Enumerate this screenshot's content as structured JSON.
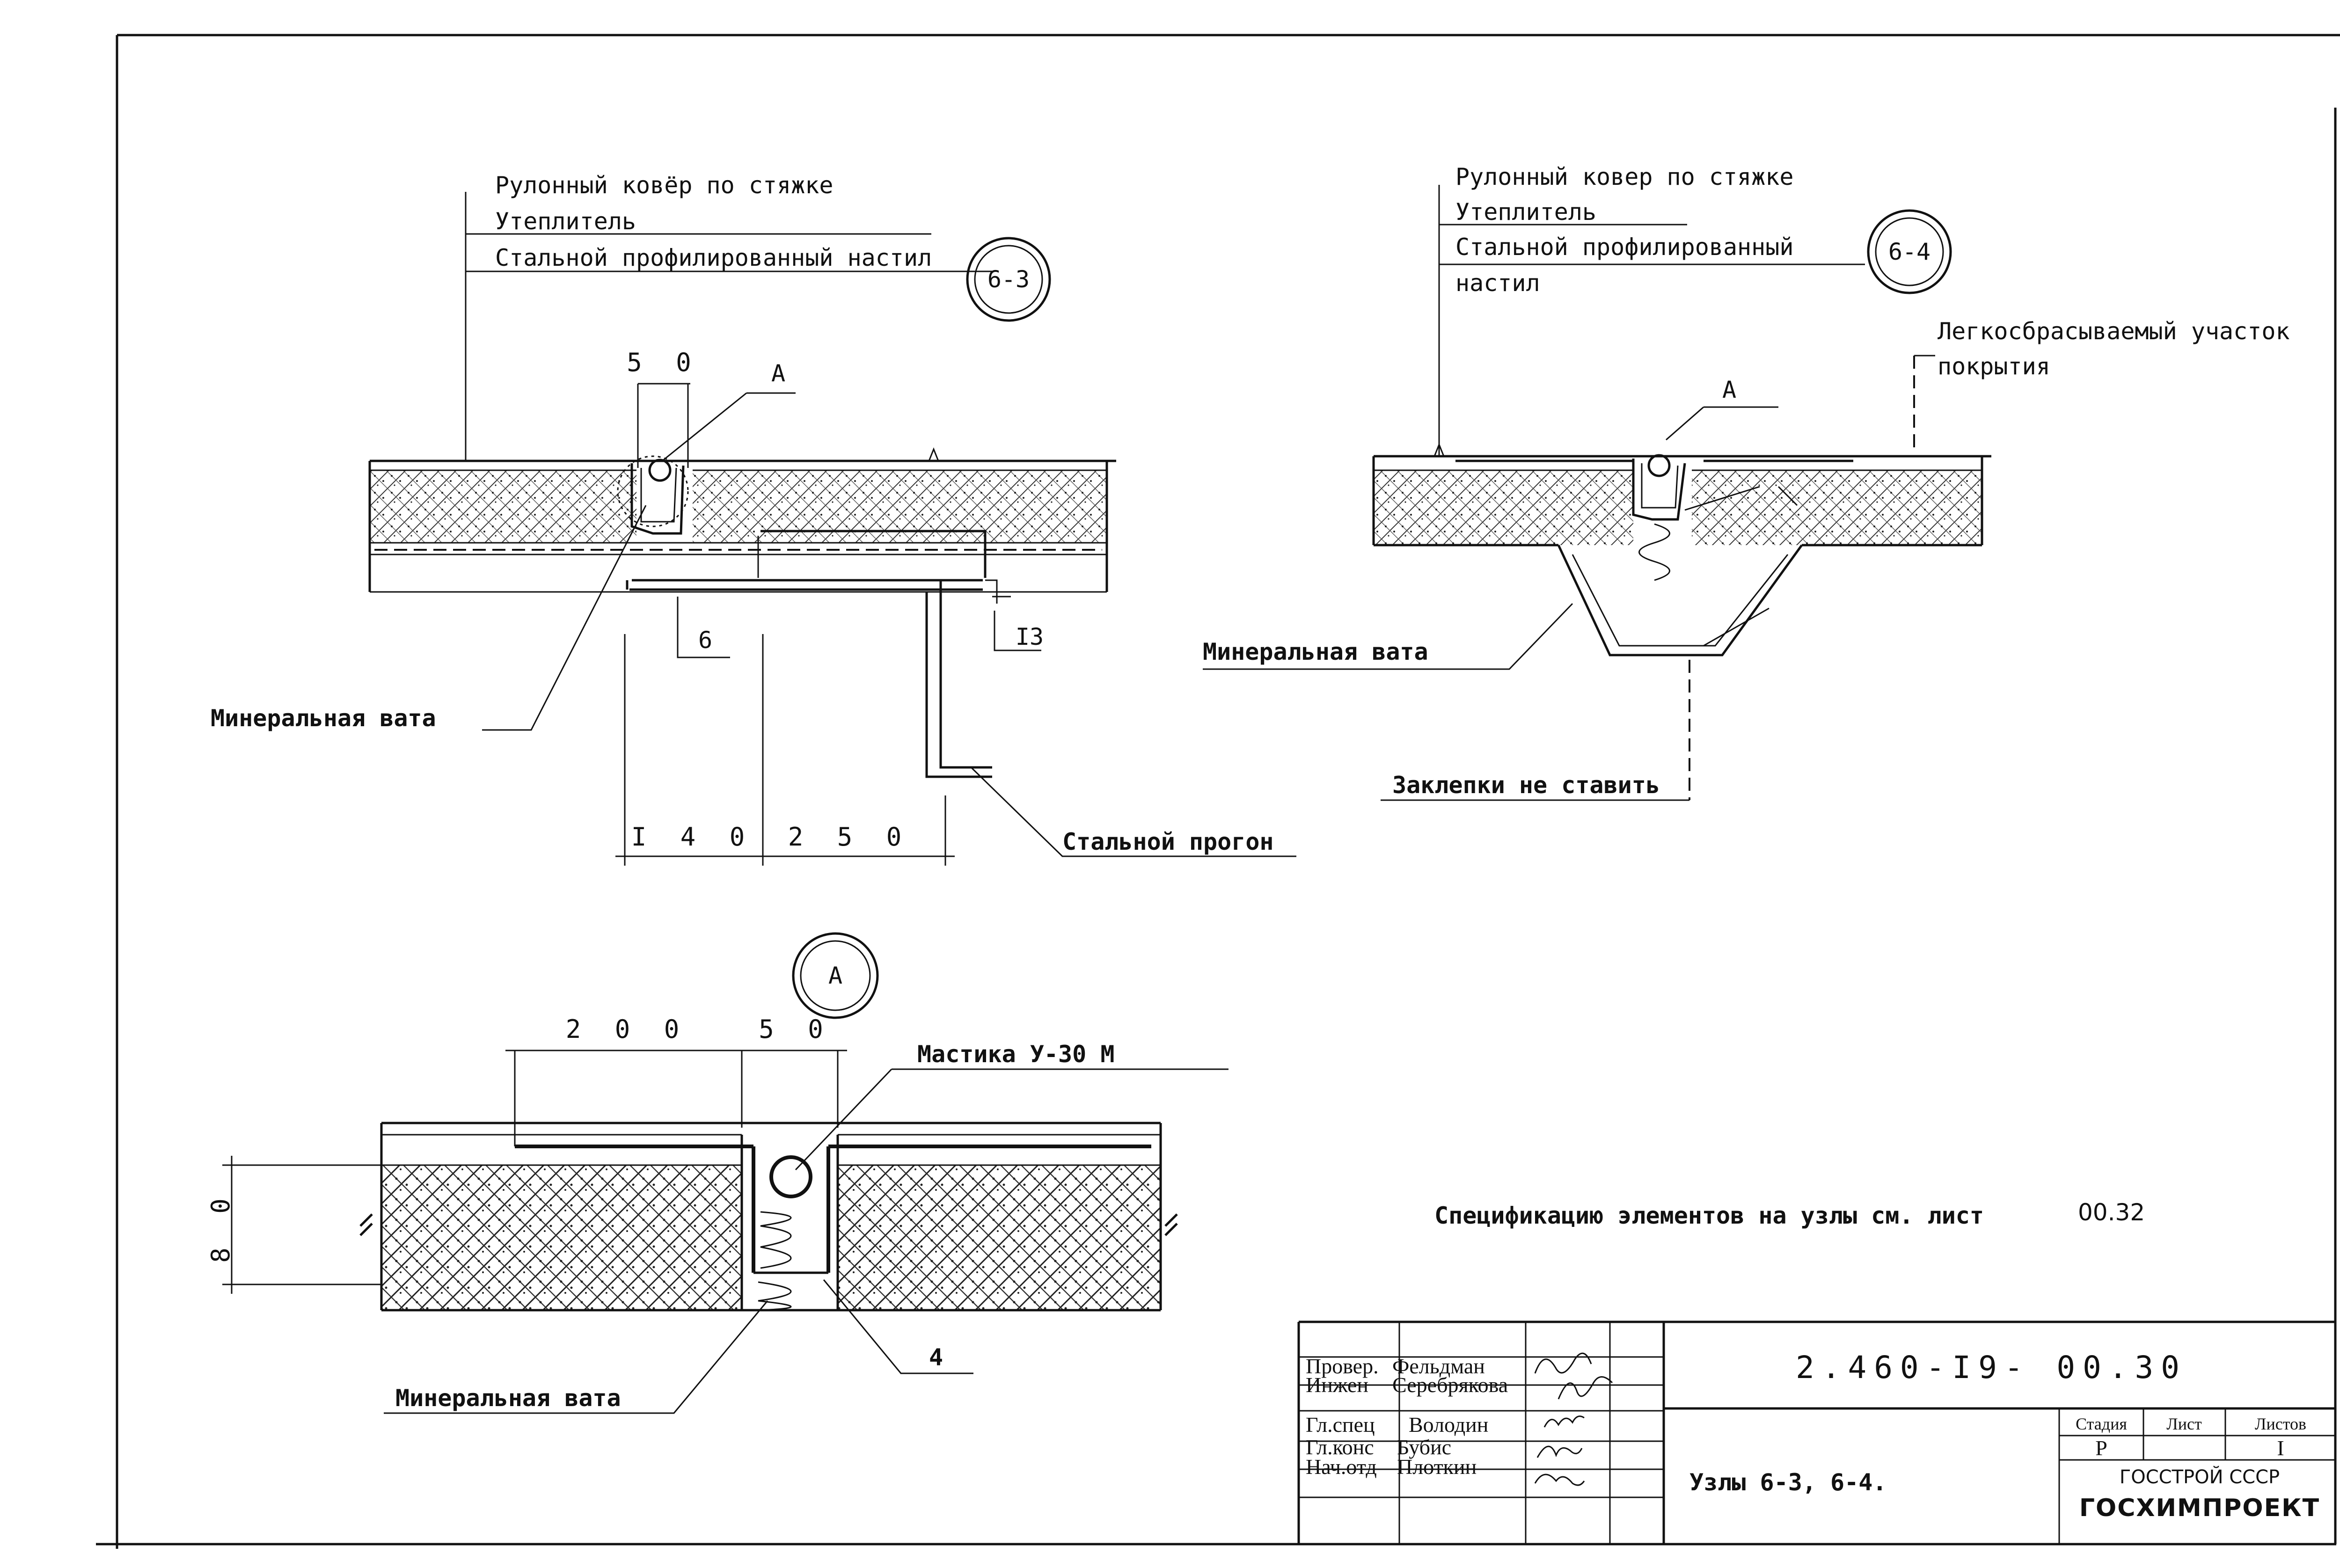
{
  "node_6_3": {
    "callout_lines": [
      "Рулонный ковёр по стяжке",
      "Утеплитель",
      "Стальной профилированный настил"
    ],
    "marker": "6-3",
    "detail_ref": "А",
    "dims": {
      "gap": "5 0",
      "lap": "6",
      "bolt": "I3",
      "left": "I 4 0",
      "right": "2 5 0"
    },
    "label_wool": "Минеральная вата",
    "label_purlin": "Стальной прогон"
  },
  "node_6_4": {
    "callout_lines": [
      "Рулонный ковер по стяжке",
      "Утеплитель",
      "Стальной профилированный",
      "настил"
    ],
    "marker": "6-4",
    "detail_ref": "А",
    "label_light_1": "Легкосбрасываемый участок",
    "label_light_2": "покрытия",
    "label_wool": "Минеральная вата",
    "label_rivets": "Заклепки не ставить"
  },
  "detail_a": {
    "marker": "А",
    "dims": {
      "left": "2 0 0",
      "gap": "5 0",
      "height": "8 0"
    },
    "label_mastic": "Мастика У-30 М",
    "label_wool": "Минеральная вата",
    "label_pos": "4"
  },
  "spec_note": {
    "text": "Спецификацию элементов на узлы см. лист",
    "sheet": "00.32"
  },
  "title_block": {
    "signers": [
      {
        "role": "Провер.",
        "name": "Фельдман"
      },
      {
        "role": "Инжен",
        "name": "Серебрякова"
      },
      {
        "role": "Гл.спец",
        "name": "Володин"
      },
      {
        "role": "Гл.конс",
        "name": "Бубис"
      },
      {
        "role": "Нач.отд",
        "name": "Плоткин"
      }
    ],
    "doc_code": "2.460-I9- 00.30",
    "title": "Узлы 6-3, 6-4.",
    "stage_label": "Стадия",
    "sheet_label": "Лист",
    "sheets_label": "Листов",
    "stage": "Р",
    "sheet": "",
    "sheets": "I",
    "org_1": "ГОССТРОЙ СССР",
    "org_2": "ГОСХИМПРОЕКТ"
  },
  "colors": {
    "ink": "#111111",
    "paper": "#ffffff"
  }
}
